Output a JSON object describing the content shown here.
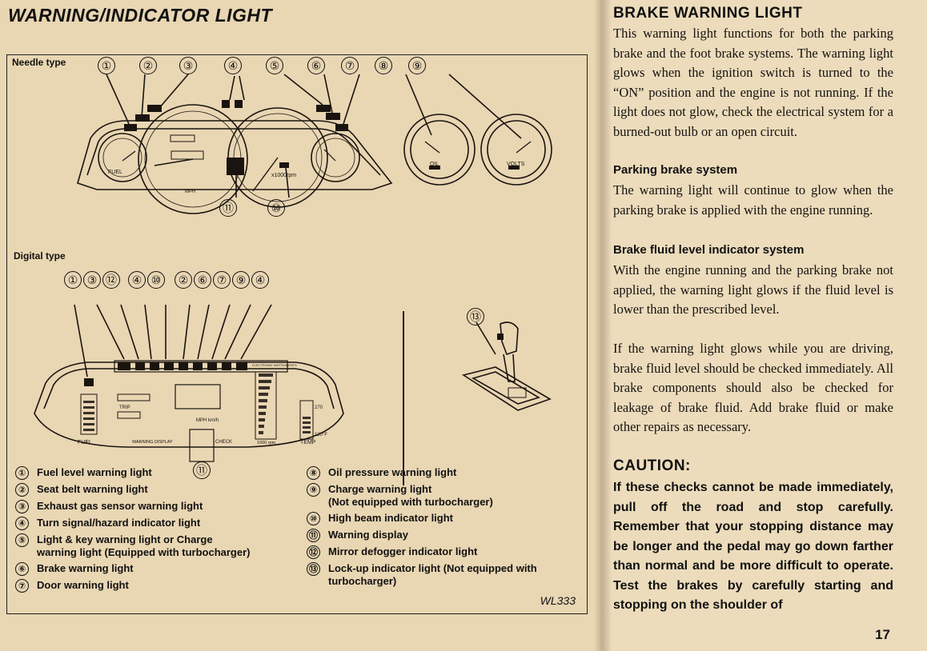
{
  "title": "WARNING/INDICATOR LIGHT",
  "figure": {
    "needle_label": "Needle type",
    "digital_label": "Digital type",
    "needle_callouts": [
      "①",
      "②",
      "③",
      "④",
      "⑤",
      "⑥",
      "⑦",
      "⑧",
      "⑨"
    ],
    "needle_bottom_callouts": [
      "⑪",
      "⑩"
    ],
    "digital_callouts": [
      "①",
      "③",
      "⑫",
      "④",
      "⑩",
      "②",
      "⑥",
      "⑦",
      "⑨",
      "④"
    ],
    "digital_bottom_callout": "⑪",
    "callout_13": "⑬",
    "gauge_labels": {
      "fuel": "FUEL",
      "oil": "OIL",
      "volts": "VOLTS",
      "rpm": "x1000rpm",
      "temp": "TEMP",
      "mph": "MPH",
      "trip": "TRIP",
      "warning_display": "WARNING DISPLAY",
      "check": "CHECK",
      "mph_kmh": "MPH km/h",
      "electronic": "ELECTRONIC INSTRUMENTS",
      "rpm_digital": "1000 rpm",
      "temp_270": "270",
      "temp_120": "120°F"
    },
    "code": "WL333"
  },
  "legend": [
    {
      "num": "①",
      "text": "Fuel level warning light"
    },
    {
      "num": "②",
      "text": "Seat belt warning light"
    },
    {
      "num": "③",
      "text": "Exhaust gas sensor warning light"
    },
    {
      "num": "④",
      "text": "Turn signal/hazard indicator light"
    },
    {
      "num": "⑤",
      "text": "Light & key warning light or Charge\nwarning light (Equipped with turbocharger)"
    },
    {
      "num": "⑥",
      "text": "Brake warning light"
    },
    {
      "num": "⑦",
      "text": "Door warning light"
    },
    {
      "num": "⑧",
      "text": "Oil pressure warning light"
    },
    {
      "num": "⑨",
      "text": "Charge warning light\n(Not equipped with turbocharger)"
    },
    {
      "num": "⑩",
      "text": "High beam indicator light"
    },
    {
      "num": "⑪",
      "text": "Warning display"
    },
    {
      "num": "⑫",
      "text": "Mirror defogger indicator light"
    },
    {
      "num": "⑬",
      "text": "Lock-up indicator light (Not equipped with\nturbocharger)"
    }
  ],
  "right": {
    "heading": "BRAKE WARNING LIGHT",
    "intro": "This warning light functions for both the parking brake and the foot brake systems. The warning light glows when the ignition switch is turned to the “ON” position and the engine is not running. If the light does not glow, check the electrical system for a burned-out bulb or an open circuit.",
    "parking_heading": "Parking brake system",
    "parking_text": "The warning light will continue to glow when the parking brake is applied with the engine running.",
    "fluid_heading": "Brake fluid level indicator system",
    "fluid_text_1": "With the engine running and the parking brake not applied, the warning light glows if the fluid level is lower than the prescribed level.",
    "fluid_text_2": "If the warning light glows while you are driving, brake fluid level should be checked immediately. All brake components should also be checked for leakage of brake fluid. Add brake fluid or make other repairs as necessary.",
    "caution_title": "CAUTION:",
    "caution_text": "If these checks cannot be made immediately, pull off the road and stop carefully. Remember that your stopping distance may be longer and the pedal may go down farther than normal and be more difficult to operate. Test the brakes by carefully starting and stopping on the shoulder of",
    "page_number": "17"
  },
  "colors": {
    "paper": "#e9d6b3",
    "ink": "#111111"
  }
}
